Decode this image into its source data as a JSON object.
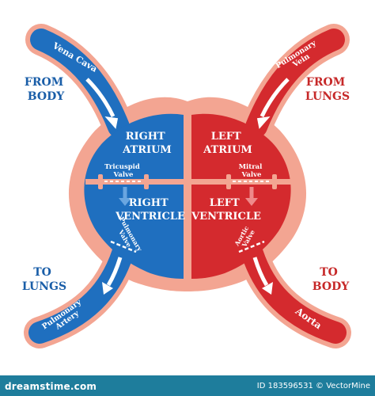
{
  "labels": {
    "from_body": [
      "FROM",
      "BODY"
    ],
    "from_lungs": [
      "FROM",
      "LUNGS"
    ],
    "to_lungs": [
      "TO",
      "LUNGS"
    ],
    "to_body": [
      "TO",
      "BODY"
    ],
    "right_atrium": [
      "RIGHT",
      "ATRIUM"
    ],
    "left_atrium": [
      "LEFT",
      "ATRIUM"
    ],
    "right_ventricle": [
      "RIGHT",
      "VENTRICLE"
    ],
    "left_ventricle": [
      "LEFT",
      "VENTRICLE"
    ],
    "tricuspid_valve": [
      "Tricuspid",
      "Valve"
    ],
    "mitral_valve": [
      "Mitral",
      "Valve"
    ],
    "pulmonary_valve": [
      "Pulmonary",
      "Valve"
    ],
    "aortic_valve": [
      "Aortic",
      "Valve"
    ],
    "vena_cava": "Vena Cava",
    "pulmonary_vein": [
      "Pulmonary",
      "Vein"
    ],
    "pulmonary_artery": [
      "Pulmonary",
      "Artery"
    ],
    "aorta": "Aorta"
  },
  "footer": {
    "site": "dreamstime.com",
    "credit": "ID 183596531 © VectorMine"
  },
  "colors": {
    "blue": "#1f6fbf",
    "blue_light": "#2f86d6",
    "red": "#d42a2e",
    "red_light": "#e0474a",
    "outline": "#f2a48e",
    "label_blue": "#1a5ea8",
    "label_red": "#c62828",
    "footer_bg": "#1e7d9c"
  }
}
